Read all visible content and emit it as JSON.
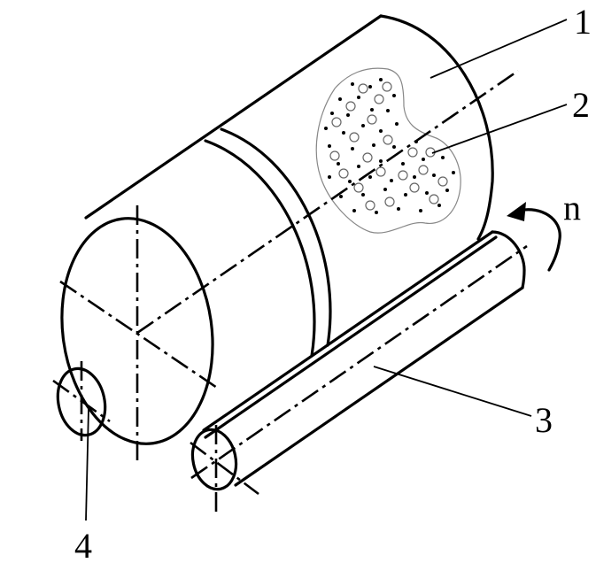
{
  "labels": {
    "drum": "1",
    "particles": "2",
    "roller_front": "3",
    "roller_back": "4",
    "rotation": "n"
  },
  "colors": {
    "line": "#000000",
    "background": "#ffffff",
    "cutaway_outline": "#888888"
  }
}
